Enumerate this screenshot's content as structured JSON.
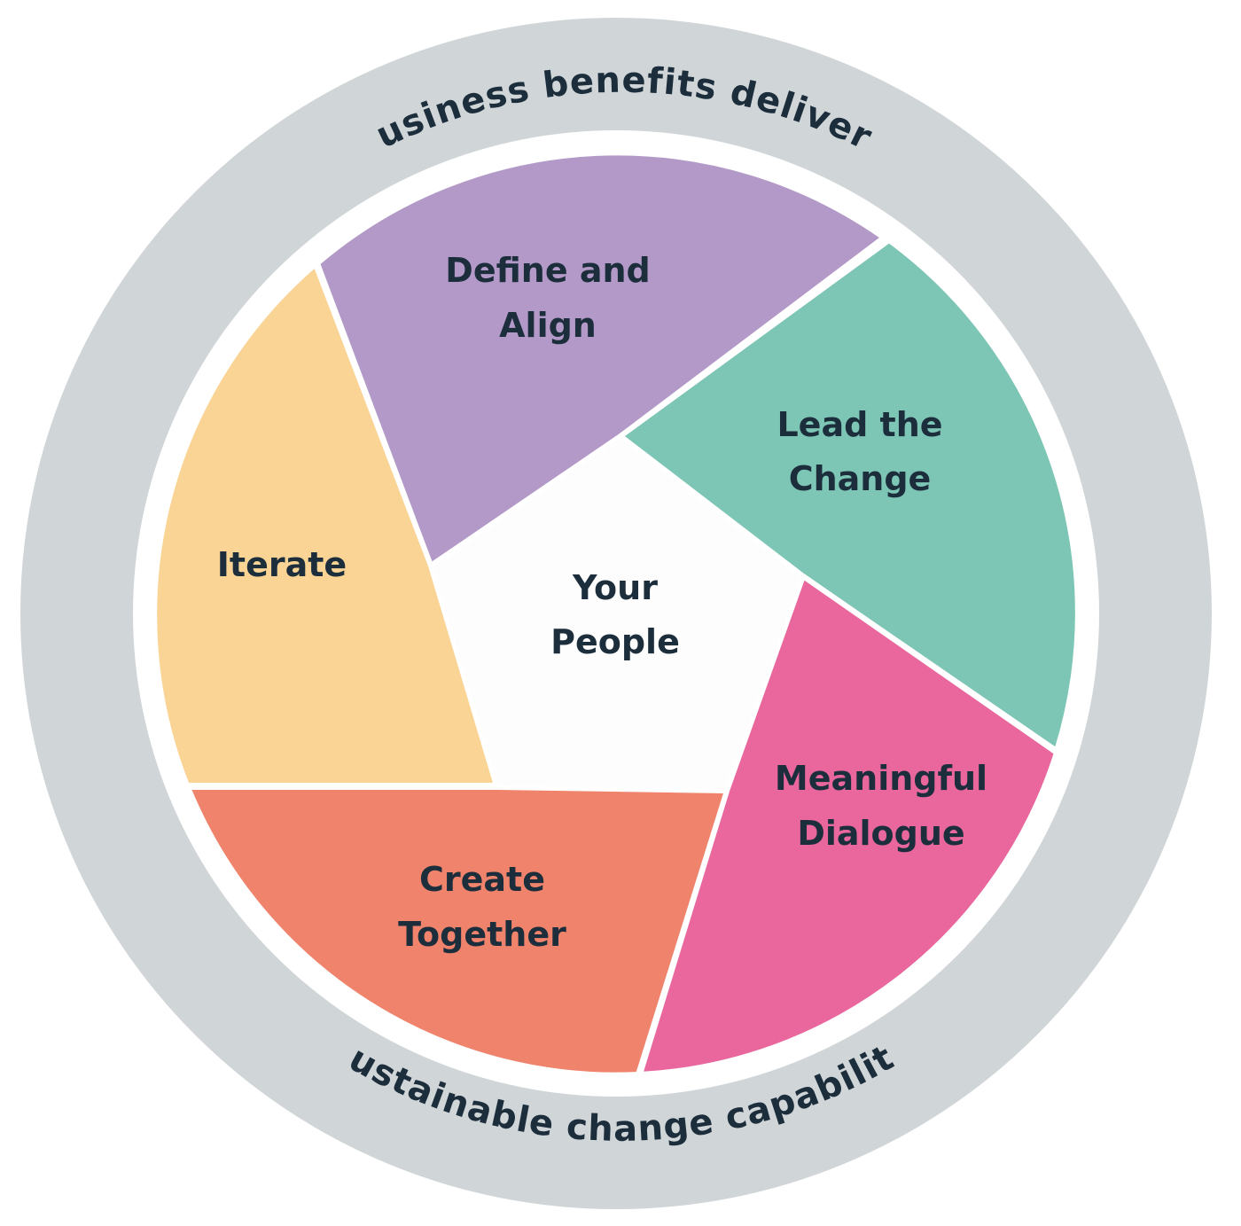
{
  "outer_ring": {
    "top_text": "Business benefits delivery",
    "bottom_text": "Sustainable change capability",
    "color": "#d0d5d8"
  },
  "center": {
    "line1": "Your",
    "line2": "People",
    "color": "#fdfdfd"
  },
  "segments": [
    {
      "line1": "Define and",
      "line2": "Align",
      "color": "#b399c7"
    },
    {
      "line1": "Lead the",
      "line2": "Change",
      "color": "#7dc5b4"
    },
    {
      "line1": "Meaningful",
      "line2": "Dialogue",
      "color": "#e9679d"
    },
    {
      "line1": "Create",
      "line2": "Together",
      "color": "#ef836b"
    },
    {
      "line1": "Iterate",
      "line2": "",
      "color": "#fad495"
    }
  ],
  "text_color": "#1c2d3c"
}
